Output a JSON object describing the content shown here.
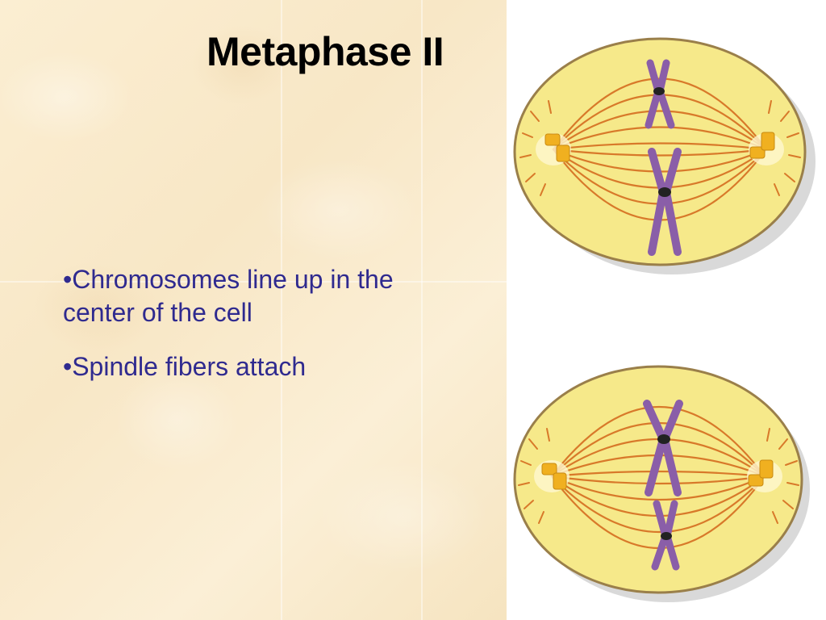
{
  "slide": {
    "title": "Metaphase II",
    "bullets": [
      "•Chromosomes line up in the center of the cell",
      "•Spindle fibers attach"
    ]
  },
  "colors": {
    "title": "#000000",
    "bullet_text": "#2f2a8f",
    "parchment": "#f9ebcc",
    "cell_fill": "#f6e98a",
    "cell_outline": "#9a7f4a",
    "spindle_fiber": "#d8792a",
    "chromosome": "#8a5ea8",
    "centromere": "#222222",
    "centriole": "#f0b020"
  },
  "illustrations": [
    {
      "name": "cell-diagram-top",
      "chromosomes": 2
    },
    {
      "name": "cell-diagram-bottom",
      "chromosomes": 2
    }
  ]
}
